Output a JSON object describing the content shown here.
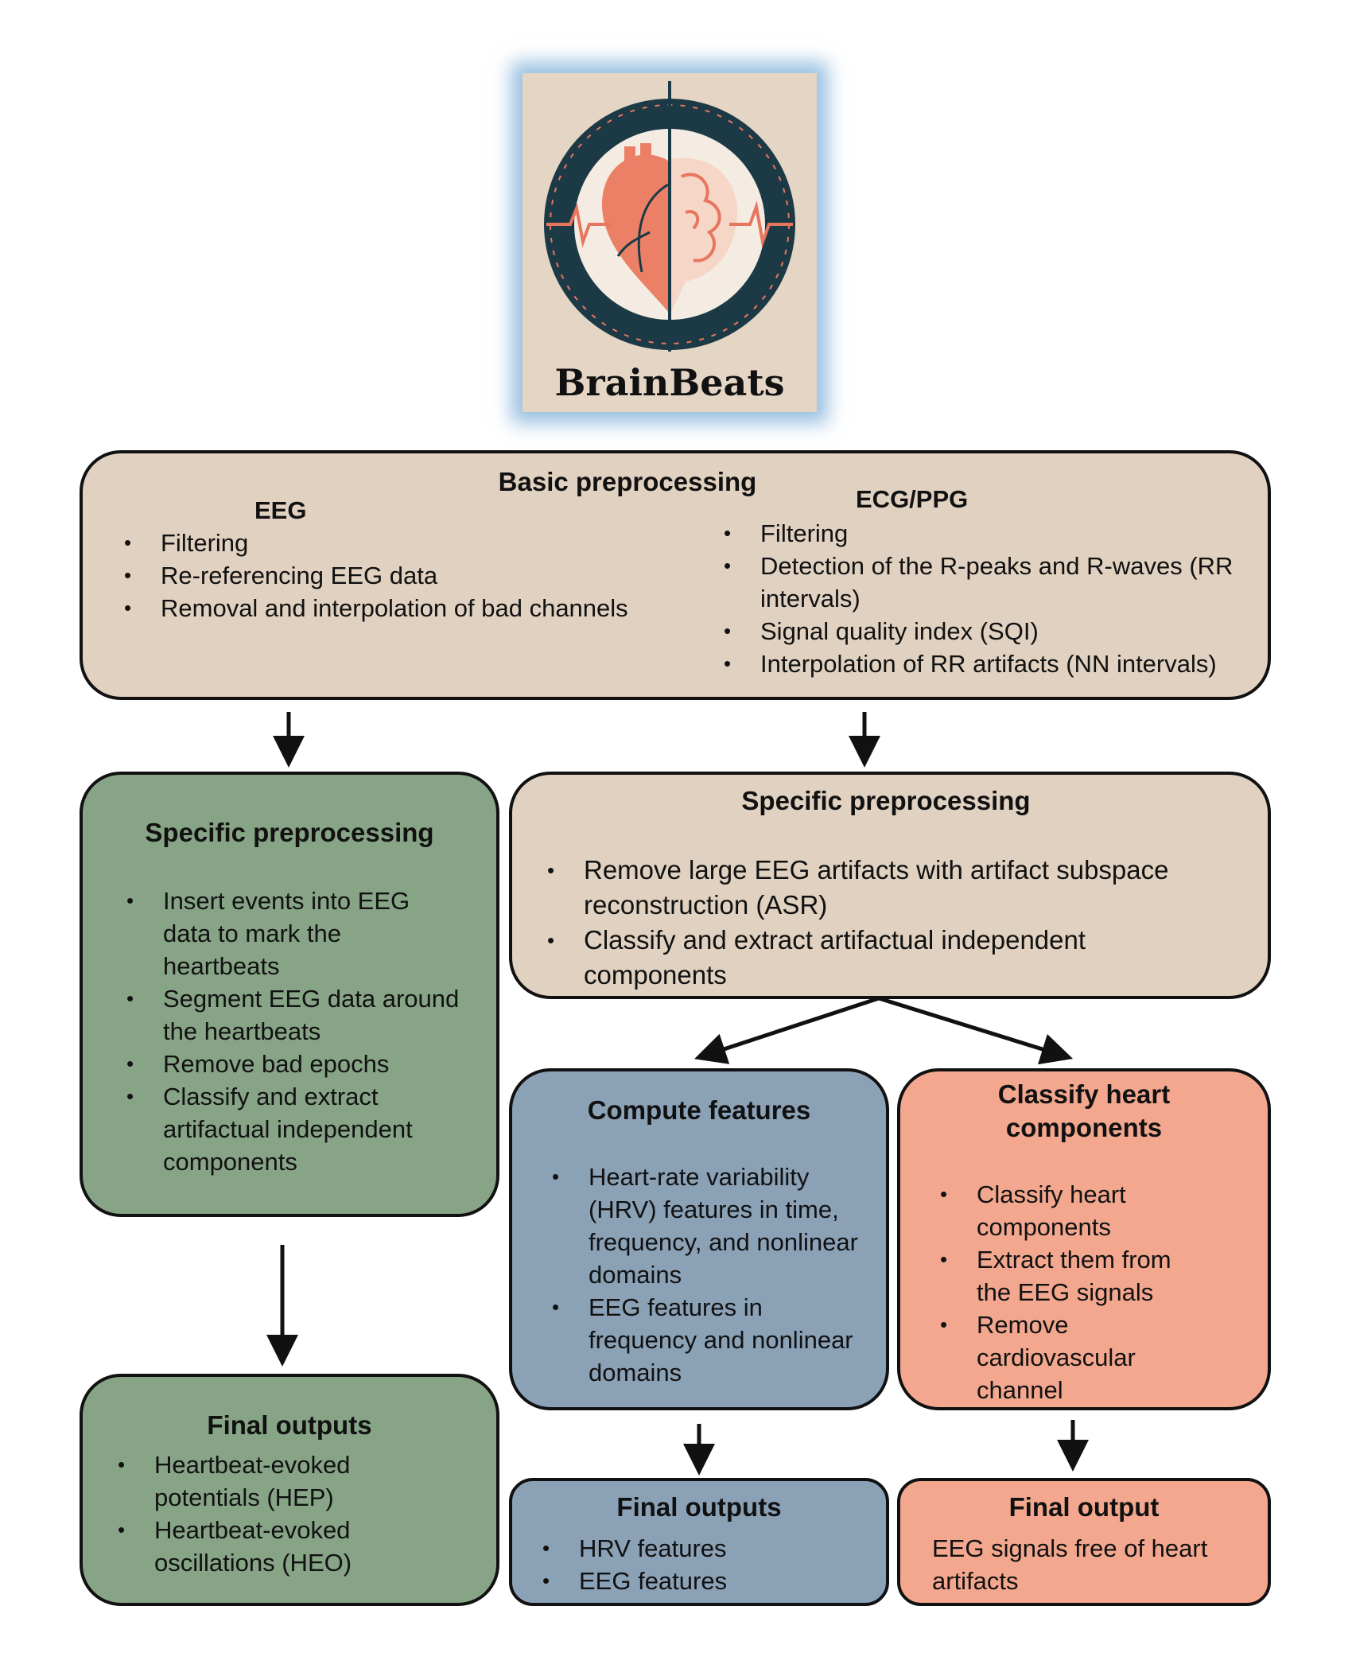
{
  "logo": {
    "text": "BrainBeats",
    "icon": "heart-brain-icon",
    "colors": {
      "ring": "#1c3a46",
      "accent": "#e8765f",
      "bg": "#e5d5c4"
    }
  },
  "basic": {
    "title": "Basic preprocessing",
    "eeg": {
      "heading": "EEG",
      "items": [
        "Filtering",
        "Re-referencing EEG data",
        "Removal and interpolation of bad channels"
      ]
    },
    "ecg": {
      "heading": "ECG/PPG",
      "items": [
        "Filtering",
        "Detection of the R-peaks and R-waves (RR intervals)",
        "Signal quality index (SQI)",
        "Interpolation of RR artifacts (NN intervals)"
      ]
    }
  },
  "hep": {
    "title": "Specific preprocessing",
    "items": [
      "Insert events into EEG data to mark the heartbeats",
      "Segment EEG data around the heartbeats",
      "Remove bad epochs",
      "Classify and extract artifactual independent components"
    ]
  },
  "right_spec": {
    "title": "Specific preprocessing",
    "items": [
      "Remove large EEG artifacts with artifact subspace reconstruction (ASR)",
      "Classify and extract artifactual independent components"
    ]
  },
  "features": {
    "title": "Compute features",
    "items": [
      "Heart-rate variability (HRV) features in time, frequency, and nonlinear domains",
      "EEG features in frequency and nonlinear domains"
    ]
  },
  "heart": {
    "title": "Classify heart components",
    "items": [
      "Classify heart components",
      "Extract them from the EEG signals",
      "Remove cardiovascular channel"
    ]
  },
  "out_hep": {
    "title": "Final outputs",
    "items": [
      "Heartbeat-evoked potentials (HEP)",
      "Heartbeat-evoked oscillations (HEO)"
    ]
  },
  "out_features": {
    "title": "Final outputs",
    "items": [
      "HRV features",
      "EEG features"
    ]
  },
  "out_heart": {
    "title": "Final output",
    "text": "EEG signals free of heart artifacts"
  },
  "colors": {
    "beige": "#e0d1c0",
    "green": "#87a487",
    "blue": "#8aa1b6",
    "salmon": "#f2a78e"
  }
}
